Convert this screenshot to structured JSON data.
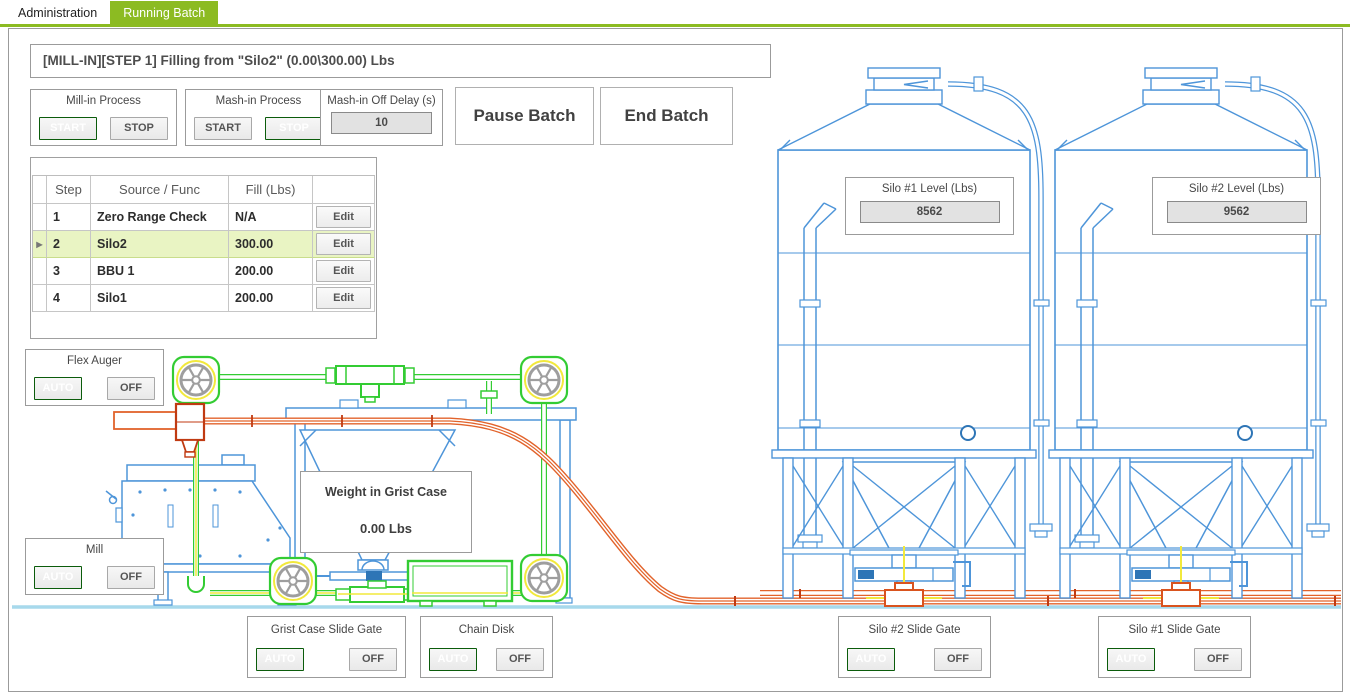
{
  "tabs": [
    {
      "label": "Administration"
    },
    {
      "label": "Running Batch"
    }
  ],
  "active_tab": "Running Batch",
  "status_message": "[MILL-IN][STEP 1] Filling from \"Silo2\" (0.00\\300.00) Lbs",
  "process_controls": {
    "mill_in": {
      "title": "Mill-in Process",
      "start_label": "START",
      "stop_label": "STOP",
      "active_button": "START"
    },
    "mash_in": {
      "title": "Mash-in Process",
      "start_label": "START",
      "stop_label": "STOP",
      "active_button": "STOP"
    },
    "mash_in_off_delay": {
      "title": "Mash-in Off Delay (s)",
      "value": "10"
    },
    "pause_batch_label": "Pause Batch",
    "end_batch_label": "End Batch"
  },
  "steps_table": {
    "headers": [
      "Step",
      "Source / Func",
      "Fill (Lbs)"
    ],
    "edit_label": "Edit",
    "selected_marker": "▶",
    "selected_step": "2",
    "rows": [
      {
        "step": "1",
        "source": "Zero Range Check",
        "fill": "N/A"
      },
      {
        "step": "2",
        "source": "Silo2",
        "fill": "300.00"
      },
      {
        "step": "3",
        "source": "BBU 1",
        "fill": "200.00"
      },
      {
        "step": "4",
        "source": "Silo1",
        "fill": "200.00"
      }
    ]
  },
  "equipment_panels": {
    "flex_auger": {
      "title": "Flex Auger",
      "auto_label": "AUTO",
      "off_label": "OFF",
      "auto_color": "#128412"
    },
    "mill": {
      "title": "Mill",
      "auto_label": "AUTO",
      "off_label": "OFF",
      "auto_color": "#128412"
    },
    "grist_case_slide_gate": {
      "title": "Grist Case Slide Gate",
      "auto_label": "AUTO",
      "off_label": "OFF",
      "auto_color": "#ee1111"
    },
    "chain_disk": {
      "title": "Chain Disk",
      "auto_label": "AUTO",
      "off_label": "OFF",
      "auto_color": "#128412"
    },
    "silo2_slide_gate": {
      "title": "Silo #2 Slide Gate",
      "auto_label": "AUTO",
      "off_label": "OFF",
      "auto_color": "#128412"
    },
    "silo1_slide_gate": {
      "title": "Silo #1 Slide Gate",
      "auto_label": "AUTO",
      "off_label": "OFF",
      "auto_color": "#ee1111"
    }
  },
  "level_indicators": {
    "silo1": {
      "title": "Silo #1 Level (Lbs)",
      "value": "8562"
    },
    "silo2": {
      "title": "Silo #2 Level (Lbs)",
      "value": "9562"
    },
    "grist_case": {
      "title": "Weight in Grist Case",
      "value": "0.00 Lbs"
    }
  },
  "colors": {
    "tab_active_green": "#8cbb22",
    "on_green": "#128412",
    "alarm_red": "#ee1111",
    "diagram_blue": "#4e95d9",
    "diagram_dark_blue": "#2e75b6",
    "diagram_green": "#33cc33",
    "diagram_red": "#e2632b",
    "diagram_yellow": "#f2e93c",
    "ground_blue": "#a7d9ec",
    "wheel_grey": "#9e9e9e"
  }
}
